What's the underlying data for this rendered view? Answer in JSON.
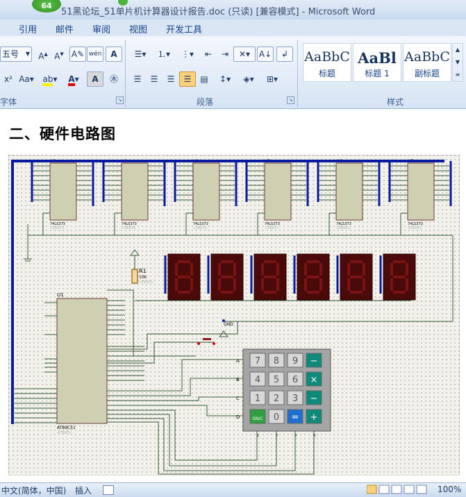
{
  "window": {
    "title": "51黑论坛_51单片机计算器设计报告.doc (只读) [兼容模式] - Microsoft Word",
    "badge": "64"
  },
  "tabs": [
    "引用",
    "邮件",
    "审阅",
    "视图",
    "开发工具"
  ],
  "ribbon": {
    "font_size_value": "五号",
    "groups": {
      "font": "字体",
      "paragraph": "段落",
      "styles": "样式"
    },
    "styles": [
      {
        "sample": "AaBbC",
        "name": "标题"
      },
      {
        "sample": "AaBl",
        "name": "标题 1"
      },
      {
        "sample": "AaBbC",
        "name": "副标题"
      }
    ]
  },
  "document": {
    "heading": "二、硬件电路图",
    "schematic": {
      "mcu_label": "U1",
      "mcu_part": "AT89C51",
      "text_placeholder": "<TEXT>",
      "resistor_label": "R1",
      "resistor_value": "10k",
      "gnd_label": "GND",
      "latch_part": "74LS373",
      "latch_labels": [
        "U2",
        "U3",
        "U4",
        "U5",
        "U6",
        "U7"
      ],
      "keypad_rows": [
        "A",
        "B",
        "C",
        "D"
      ],
      "keypad_keys": [
        [
          "7",
          "8",
          "9",
          "−"
        ],
        [
          "4",
          "5",
          "6",
          "×"
        ],
        [
          "1",
          "2",
          "3",
          "−"
        ],
        [
          "ON/C",
          "0",
          "=",
          "+"
        ]
      ],
      "keypad_cols": [
        "1",
        "2",
        "3",
        "4"
      ]
    }
  },
  "statusbar": {
    "language": "中文(简体，中国)",
    "insert_mode": "插入",
    "zoom": "100%"
  }
}
